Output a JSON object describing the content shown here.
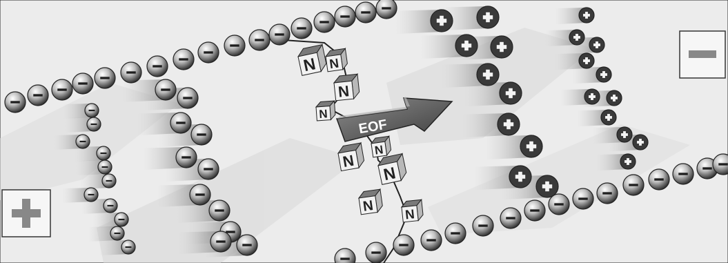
{
  "diagram": {
    "flow_label": "EOF",
    "neutral_label": "N",
    "anode_symbol": "+",
    "cathode_symbol": "−",
    "electrode_left": "anode",
    "electrode_right": "cathode",
    "flow_direction": "left-to-right",
    "colors": {
      "background": "#eeeeee",
      "shadow_band": "#d6d6d6",
      "ion_dark": "#3a3a3a",
      "ion_light": "#f4f4f4",
      "arrow": "#5a5a5a",
      "cube_top": "#7a7a7a",
      "cube_front": "#f2f2f2",
      "electrode_fill": "#f6f6f6",
      "electrode_sign": "#888888"
    }
  }
}
